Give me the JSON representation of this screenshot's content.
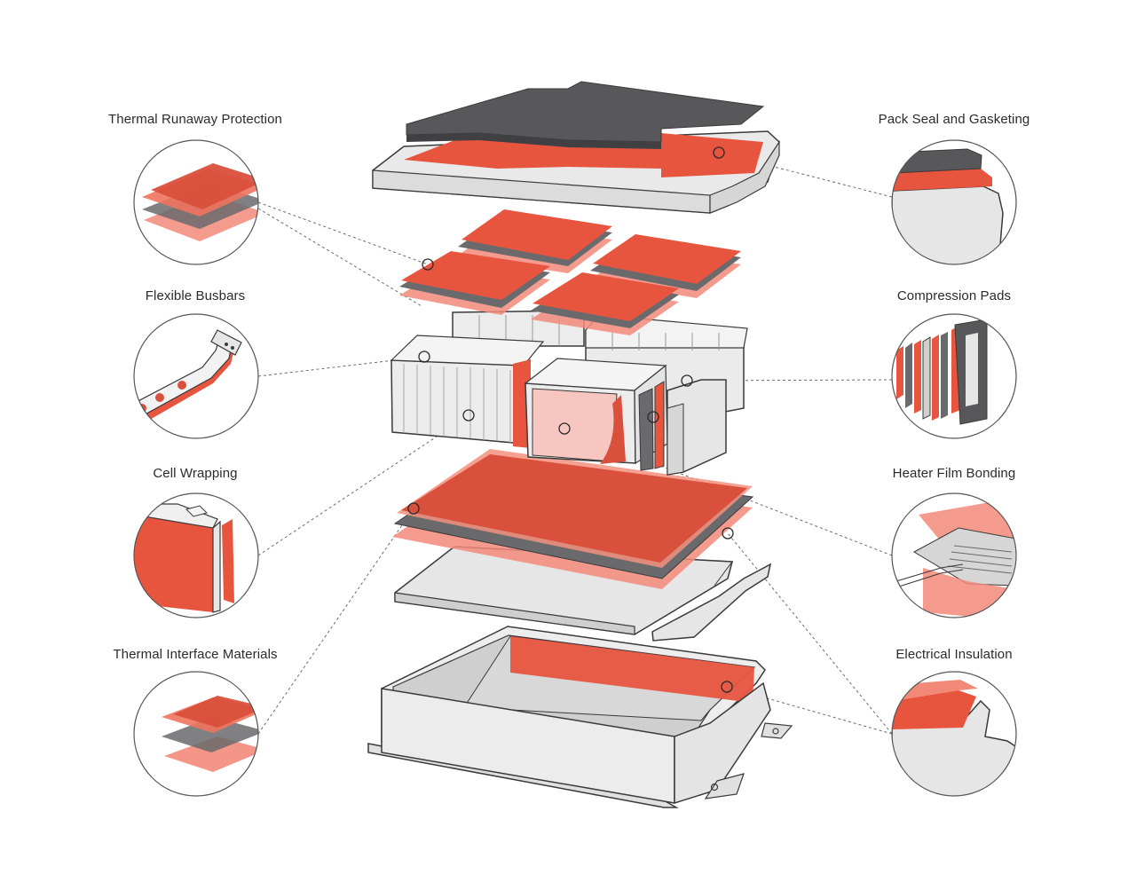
{
  "labels": {
    "left": [
      "Thermal Runaway Protection",
      "Flexible Busbars",
      "Cell Wrapping",
      "Thermal Interface Materials"
    ],
    "right": [
      "Pack Seal and Gasketing",
      "Compression Pads",
      "Heater Film Bonding",
      "Electrical Insulation"
    ]
  },
  "colors": {
    "accent_red": "#e8553f",
    "accent_red_dark": "#cf4633",
    "outline": "#3a3a3a",
    "dark_gasket": "#58585a",
    "light_gray": "#e9e9ea",
    "callout_line": "#6b6b6b"
  }
}
